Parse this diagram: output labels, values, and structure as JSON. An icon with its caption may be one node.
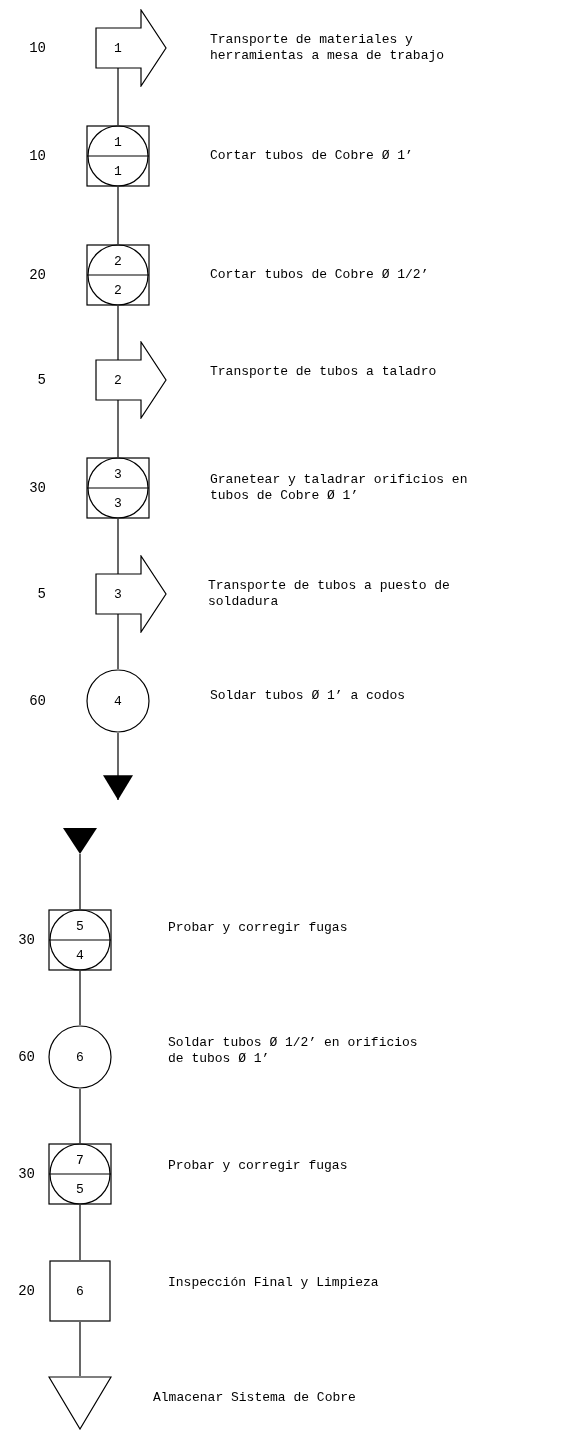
{
  "diagram": {
    "nodes": [
      {
        "text": [
          "1"
        ],
        "beside": [
          "10"
        ]
      },
      {
        "text": [
          "1",
          "1"
        ],
        "beside": [
          "10"
        ]
      },
      {
        "text": [
          "2",
          "2"
        ],
        "beside": [
          "20"
        ]
      },
      {
        "text": [
          "2"
        ],
        "beside": [
          "5"
        ]
      },
      {
        "text": [
          "3",
          "3"
        ],
        "beside": [
          "30"
        ]
      },
      {
        "text": [
          "3"
        ],
        "beside": [
          "5"
        ]
      },
      {
        "text": [
          "4"
        ],
        "beside": [
          "60"
        ]
      },
      {
        "text": [],
        "shape": "triangle"
      },
      {
        "text": [
          "5",
          "4"
        ],
        "beside": [
          "30"
        ]
      },
      {
        "text": [
          "6"
        ],
        "beside": [
          "60"
        ]
      },
      {
        "text": [
          "7",
          "5"
        ],
        "beside": [
          "30"
        ]
      },
      {
        "text": [
          "6"
        ],
        "beside": [
          "20"
        ]
      },
      {
        "text": [],
        "shape": "triangle"
      }
    ],
    "edges": [
      {
        "from": 0,
        "to": 1,
        "arrow": "none"
      },
      {
        "from": 1,
        "to": 2,
        "arrow": "none"
      },
      {
        "from": 2,
        "to": 3,
        "arrow": "none"
      },
      {
        "from": 3,
        "to": 4,
        "arrow": "none"
      },
      {
        "from": 4,
        "to": 5,
        "arrow": "none"
      },
      {
        "from": 5,
        "to": 6,
        "arrow": "none"
      },
      {
        "from": 6,
        "to": null,
        "arrow": "to"
      },
      {
        "from": 7,
        "to": 8,
        "arrow": "none"
      },
      {
        "from": 8,
        "to": 9,
        "arrow": "none"
      },
      {
        "from": 9,
        "to": 10,
        "arrow": "none"
      },
      {
        "from": 10,
        "to": 11,
        "arrow": "none"
      },
      {
        "from": 11,
        "to": 12,
        "arrow": "none"
      }
    ],
    "labels": [
      "Transporte de materiales y herramientas a mesa de trabajo",
      "Cortar tubos de Cobre Ø 1’",
      "Cortar tubos de Cobre Ø 1/2’",
      "Transporte de tubos a taladro",
      "Granetear y taladrar orificios en tubos de Cobre Ø 1’",
      "Transporte de tubos a puesto de soldadura",
      "Soldar tubos Ø 1’ a codos",
      "Probar y corregir fugas",
      "Soldar tubos Ø 1/2’ en orificios de tubos Ø 1’",
      "Probar y corregir fugas",
      "Inspección Final y Limpieza",
      "Almacenar Sistema de Cobre"
    ]
  }
}
